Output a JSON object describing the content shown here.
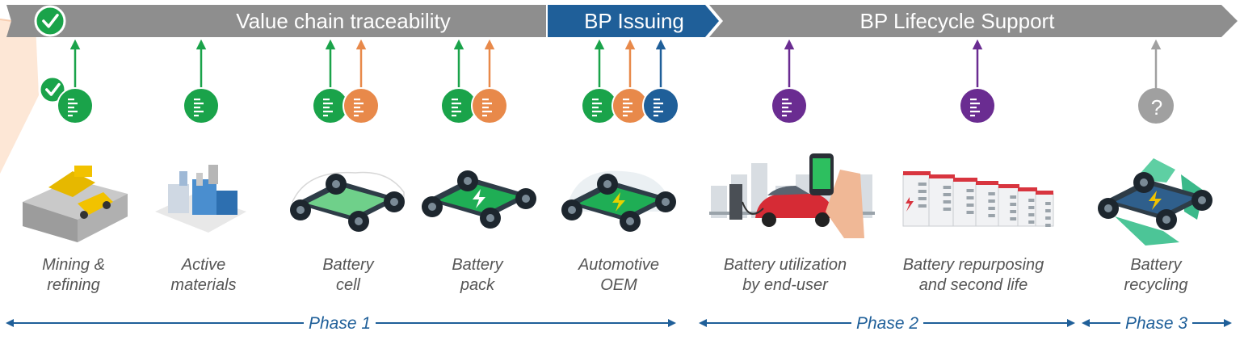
{
  "banner": {
    "segments": [
      {
        "label": "Value chain traceability",
        "color": "#8e8e8e"
      },
      {
        "label": "BP Issuing",
        "color": "#1f5f99"
      },
      {
        "label": "BP Lifecycle Support",
        "color": "#8e8e8e"
      }
    ]
  },
  "colors": {
    "green": "#1aa34a",
    "orange": "#e8894a",
    "blue": "#1f5f99",
    "purple": "#6a2c91",
    "gray": "#a0a0a0",
    "text": "#555555",
    "phase": "#1f5f99"
  },
  "stages": [
    {
      "line1": "Mining &",
      "line2": "refining",
      "docs": [
        "green"
      ],
      "icon": "mining-truck-icon"
    },
    {
      "line1": "Active",
      "line2": "materials",
      "docs": [
        "green"
      ],
      "icon": "factory-icon"
    },
    {
      "line1": "Battery",
      "line2": "cell",
      "docs": [
        "green",
        "orange"
      ],
      "icon": "battery-cell-chassis-icon"
    },
    {
      "line1": "Battery",
      "line2": "pack",
      "docs": [
        "green",
        "orange"
      ],
      "icon": "battery-pack-chassis-icon"
    },
    {
      "line1": "Automotive",
      "line2": "OEM",
      "docs": [
        "green",
        "orange",
        "blue"
      ],
      "icon": "electric-car-icon"
    },
    {
      "line1": "Battery utilization",
      "line2": "by end-user",
      "docs": [
        "purple"
      ],
      "icon": "ev-charging-icon"
    },
    {
      "line1": "Battery repurposing",
      "line2": "and second life",
      "docs": [
        "purple"
      ],
      "icon": "energy-storage-icon"
    },
    {
      "line1": "Battery",
      "line2": "recycling",
      "docs": [
        "unknown"
      ],
      "icon": "recycling-icon"
    }
  ],
  "unknown_glyph": "?",
  "phases": [
    {
      "label": "Phase 1"
    },
    {
      "label": "Phase 2"
    },
    {
      "label": "Phase 3"
    }
  ]
}
